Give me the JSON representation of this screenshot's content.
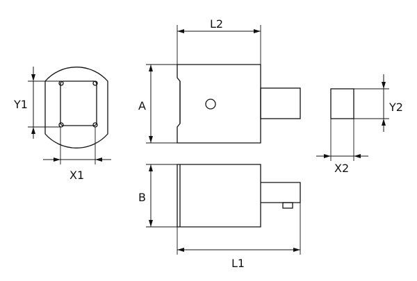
{
  "labels": {
    "y1": "Y1",
    "x1": "X1",
    "l2": "L2",
    "a": "A",
    "b": "B",
    "l1": "L1",
    "y2": "Y2",
    "x2": "X2"
  },
  "colors": {
    "line": "#111111",
    "background": "#ffffff"
  }
}
